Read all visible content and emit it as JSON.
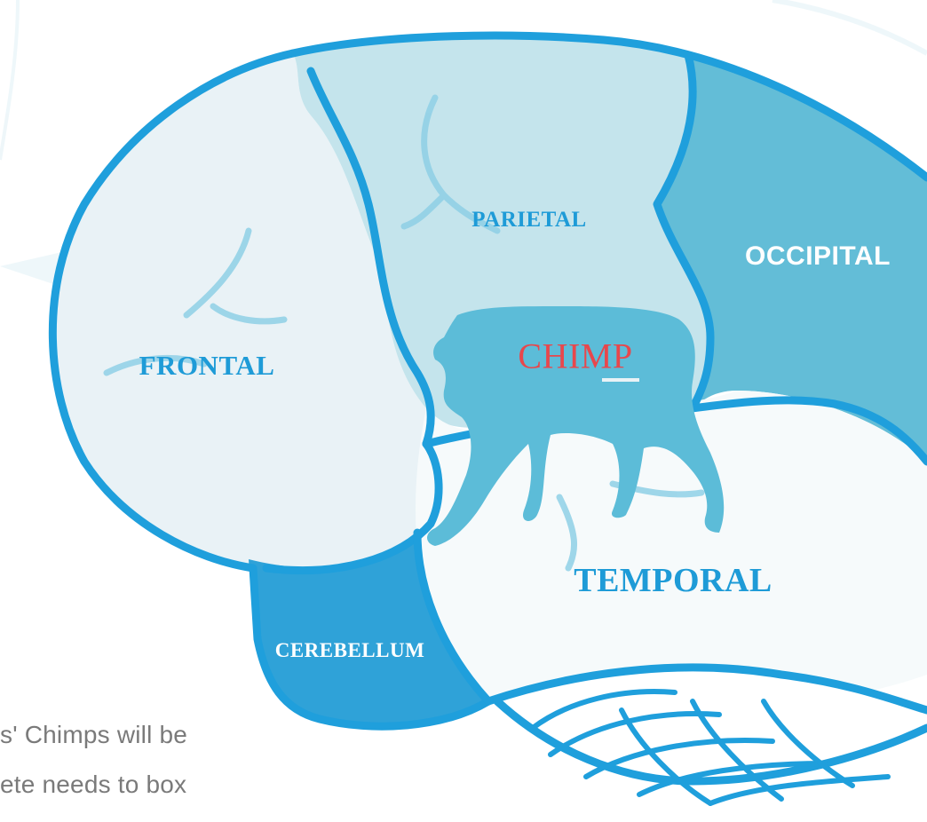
{
  "diagram": {
    "regions": {
      "frontal": "FRONTAL",
      "parietal": "PARIETAL",
      "occipital": "OCCIPITAL",
      "temporal": "TEMPORAL",
      "cerebellum": "CEREBELLUM"
    },
    "highlight_label": "CHIMP"
  },
  "caption": {
    "line1": "s' Chimps will be",
    "line2": "ete needs to box"
  },
  "colors": {
    "outline": "#1f9fdc",
    "frontal_fill": "#e9f2f6",
    "parietal_fill": "#c4e4ec",
    "occipital_fill": "#63bdd7",
    "temporal_fill": "#f6fafb",
    "cerebellum_fill": "#2fa2d8",
    "chimp_fill": "#5cbcd8",
    "highlight": "#e8474c"
  }
}
